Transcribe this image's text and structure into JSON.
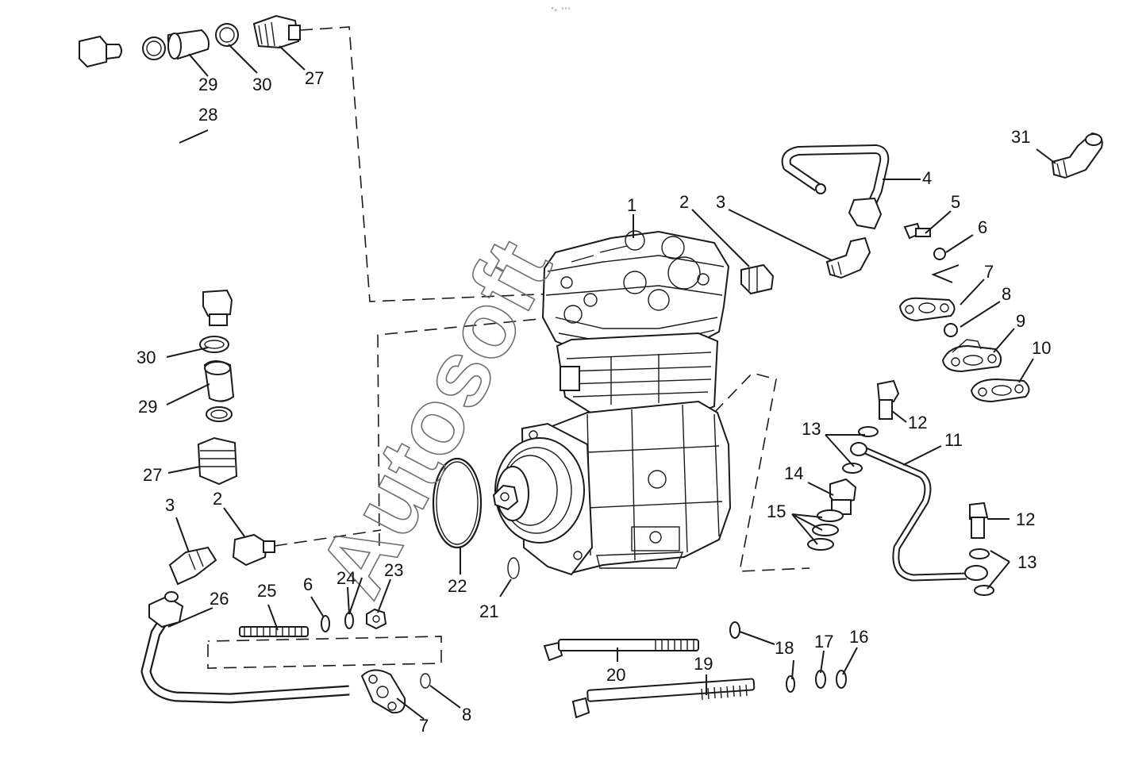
{
  "watermark": "Autosoft",
  "top_mark": "⁰ₙ ᵒᵒᵒ",
  "callouts": {
    "c1": "1",
    "c2a": "2",
    "c2b": "2",
    "c3a": "3",
    "c3b": "3",
    "c4": "4",
    "c5": "5",
    "c6a": "6",
    "c6b": "6",
    "c7a": "7",
    "c7b": "7",
    "c8a": "8",
    "c8b": "8",
    "c9": "9",
    "c10": "10",
    "c11": "11",
    "c12a": "12",
    "c12b": "12",
    "c13a": "13",
    "c13b": "13",
    "c14": "14",
    "c15": "15",
    "c16": "16",
    "c17": "17",
    "c18": "18",
    "c19": "19",
    "c20": "20",
    "c21": "21",
    "c22": "22",
    "c23": "23",
    "c24": "24",
    "c25": "25",
    "c26": "26",
    "c27a": "27",
    "c27b": "27",
    "c28": "28",
    "c29a": "29",
    "c29b": "29",
    "c30a": "30",
    "c30b": "30",
    "c31": "31"
  }
}
